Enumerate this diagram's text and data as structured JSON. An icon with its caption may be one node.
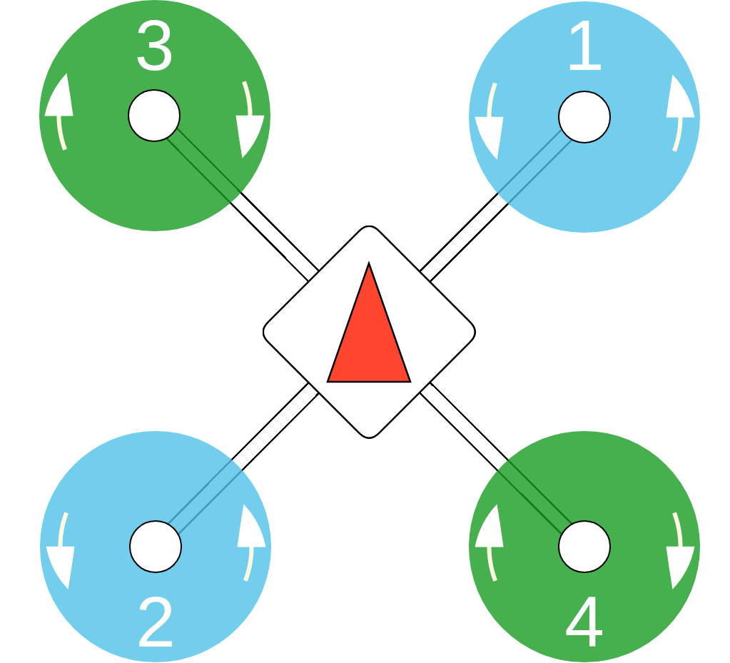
{
  "diagram": {
    "nodes": [
      {
        "text": [
          "3"
        ]
      },
      {
        "text": [],
        "shape": "circle",
        "in": 0
      },
      {
        "text": [
          "1"
        ]
      },
      {
        "text": [],
        "shape": "circle",
        "in": 2
      },
      {
        "text": [],
        "shape": "diamond"
      },
      {
        "text": [
          "2"
        ]
      },
      {
        "text": [],
        "shape": "circle",
        "in": 5
      },
      {
        "text": [
          "4"
        ]
      },
      {
        "text": [],
        "shape": "circle",
        "in": 7
      }
    ],
    "edges": [
      {
        "from": 1,
        "to": 4,
        "arrow": "none"
      },
      {
        "from": 3,
        "to": 4,
        "arrow": "none"
      },
      {
        "from": 6,
        "to": 4,
        "arrow": "none"
      },
      {
        "from": 8,
        "to": 4,
        "arrow": "none"
      }
    ]
  }
}
